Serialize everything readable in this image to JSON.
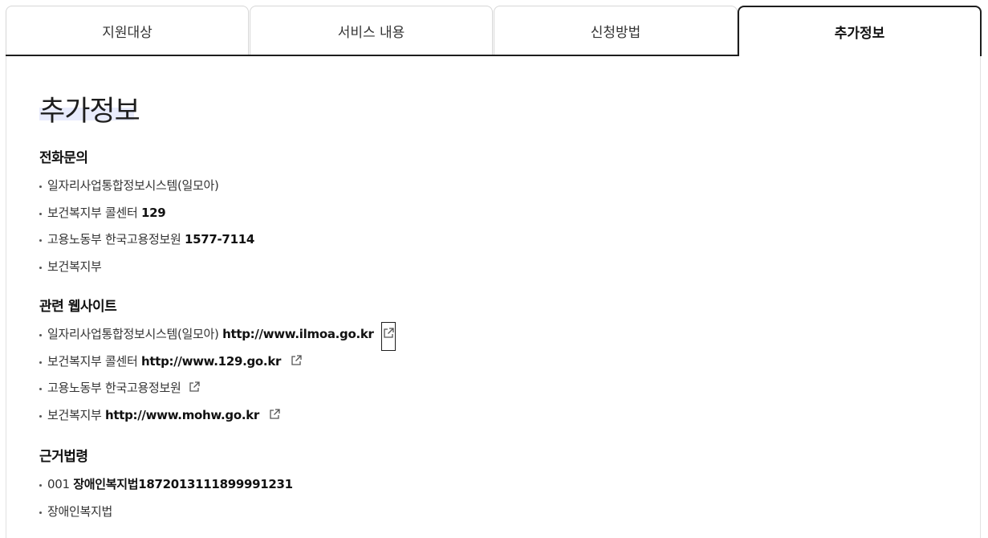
{
  "tabs": [
    {
      "label": "지원대상"
    },
    {
      "label": "서비스 내용"
    },
    {
      "label": "신청방법"
    },
    {
      "label": "추가정보"
    }
  ],
  "page_title": "추가정보",
  "phone": {
    "title": "전화문의",
    "items": [
      {
        "name": "일자리사업통합정보시스템(일모아)",
        "value": ""
      },
      {
        "name": "보건복지부 콜센터",
        "value": "129"
      },
      {
        "name": "고용노동부 한국고용정보원",
        "value": "1577-7114"
      },
      {
        "name": "보건복지부",
        "value": ""
      }
    ]
  },
  "websites": {
    "title": "관련 웹사이트",
    "items": [
      {
        "name": "일자리사업통합정보시스템(일모아)",
        "url": "http://www.ilmoa.go.kr"
      },
      {
        "name": "보건복지부 콜센터",
        "url": "http://www.129.go.kr"
      },
      {
        "name": "고용노동부 한국고용정보원",
        "url": ""
      },
      {
        "name": "보건복지부",
        "url": "http://www.mohw.go.kr"
      }
    ]
  },
  "laws": {
    "title": "근거법령",
    "items": [
      {
        "prefix": "001",
        "name": "장애인복지법1872013111899991231"
      },
      {
        "prefix": "",
        "name": "장애인복지법"
      }
    ]
  },
  "icons": {
    "external_link": "external-link-icon"
  }
}
